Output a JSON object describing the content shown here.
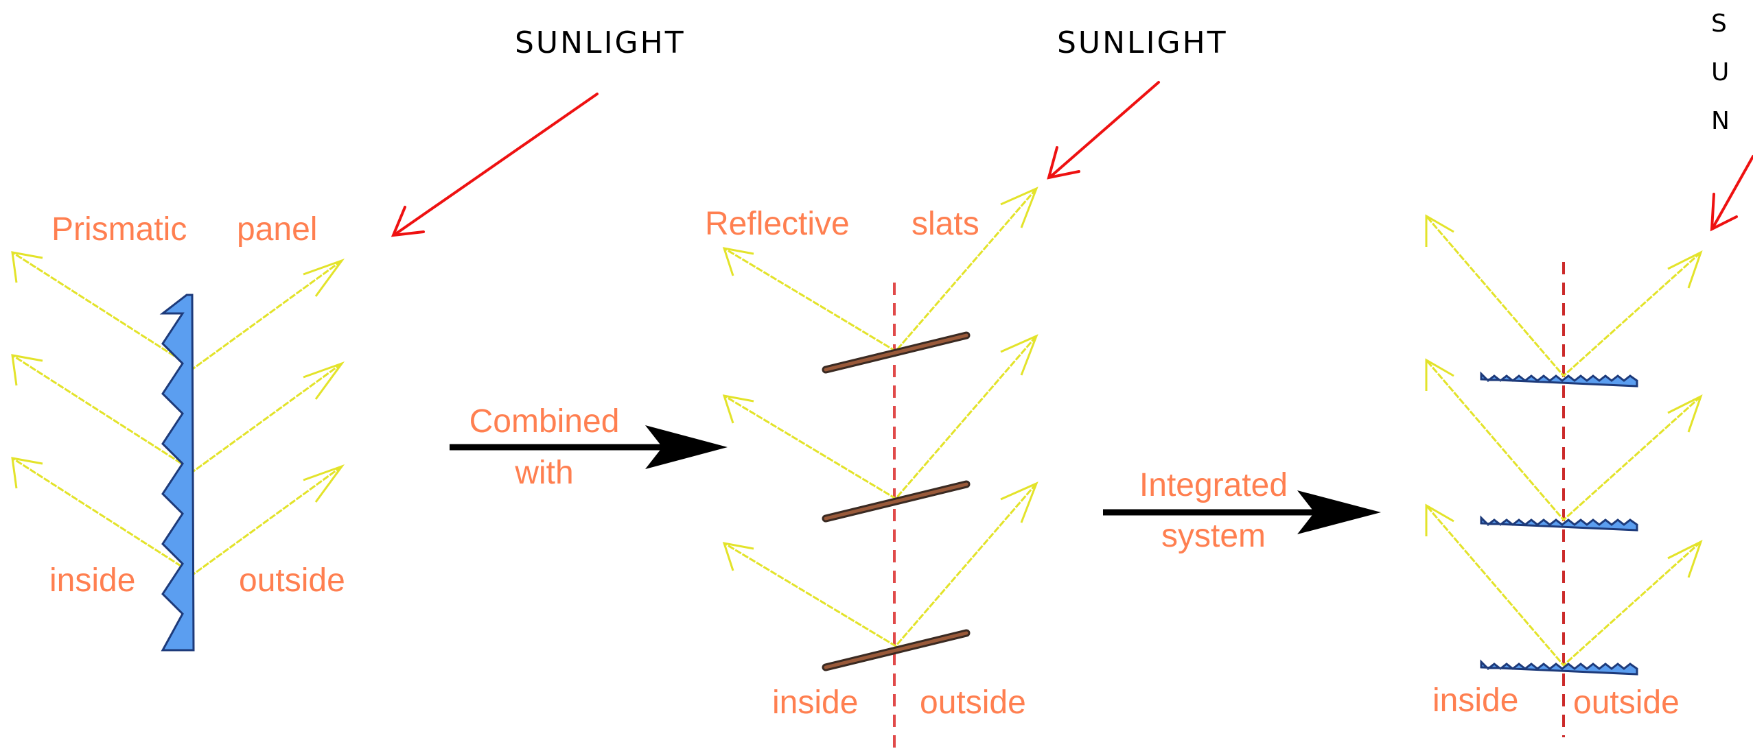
{
  "colors": {
    "label": "#ff7f50",
    "sun_arrow": "#ee1111",
    "ray": "#e3e32a",
    "prism": "#5b9ef0",
    "slat": "#9a5a3a",
    "axis": "#e04a4a",
    "connector": "#000000"
  },
  "sunlight": {
    "left": "SUNLIGHT",
    "middle": "SUNLIGHT",
    "right_letters": [
      "S",
      "U",
      "N"
    ]
  },
  "panels": {
    "prismatic": {
      "title_word1": "Prismatic",
      "title_word2": "panel",
      "inside": "inside",
      "outside": "outside"
    },
    "reflective": {
      "title_word1": "Reflective",
      "title_word2": "slats",
      "inside": "inside",
      "outside": "outside"
    },
    "integrated": {
      "inside": "inside",
      "outside": "outside"
    }
  },
  "connectors": {
    "first": {
      "line1": "Combined",
      "line2": "with"
    },
    "second": {
      "line1": "Integrated",
      "line2": "system"
    }
  }
}
